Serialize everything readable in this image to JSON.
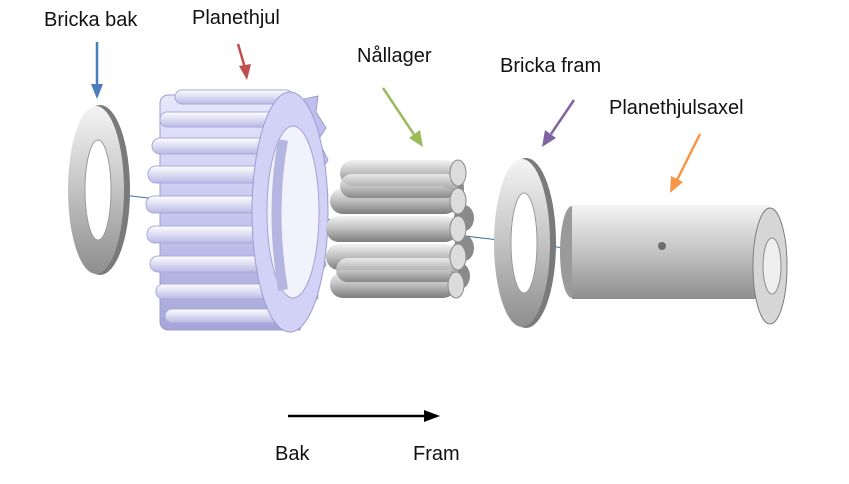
{
  "labels": {
    "bricka_bak": "Bricka bak",
    "planethjul": "Planethjul",
    "nallager": "Nållager",
    "bricka_fram": "Bricka fram",
    "planethjulsaxel": "Planethjulsaxel"
  },
  "direction": {
    "back": "Bak",
    "front": "Fram"
  },
  "colors": {
    "bricka_bak_arrow": "#4a7ebb",
    "planethjul_arrow": "#c0504d",
    "nallager_arrow": "#9bbb59",
    "bricka_fram_arrow": "#8064a2",
    "planethjulsaxel_arrow": "#f79646",
    "gear": "#c9c9f2",
    "metal": "#b8b8b8"
  }
}
